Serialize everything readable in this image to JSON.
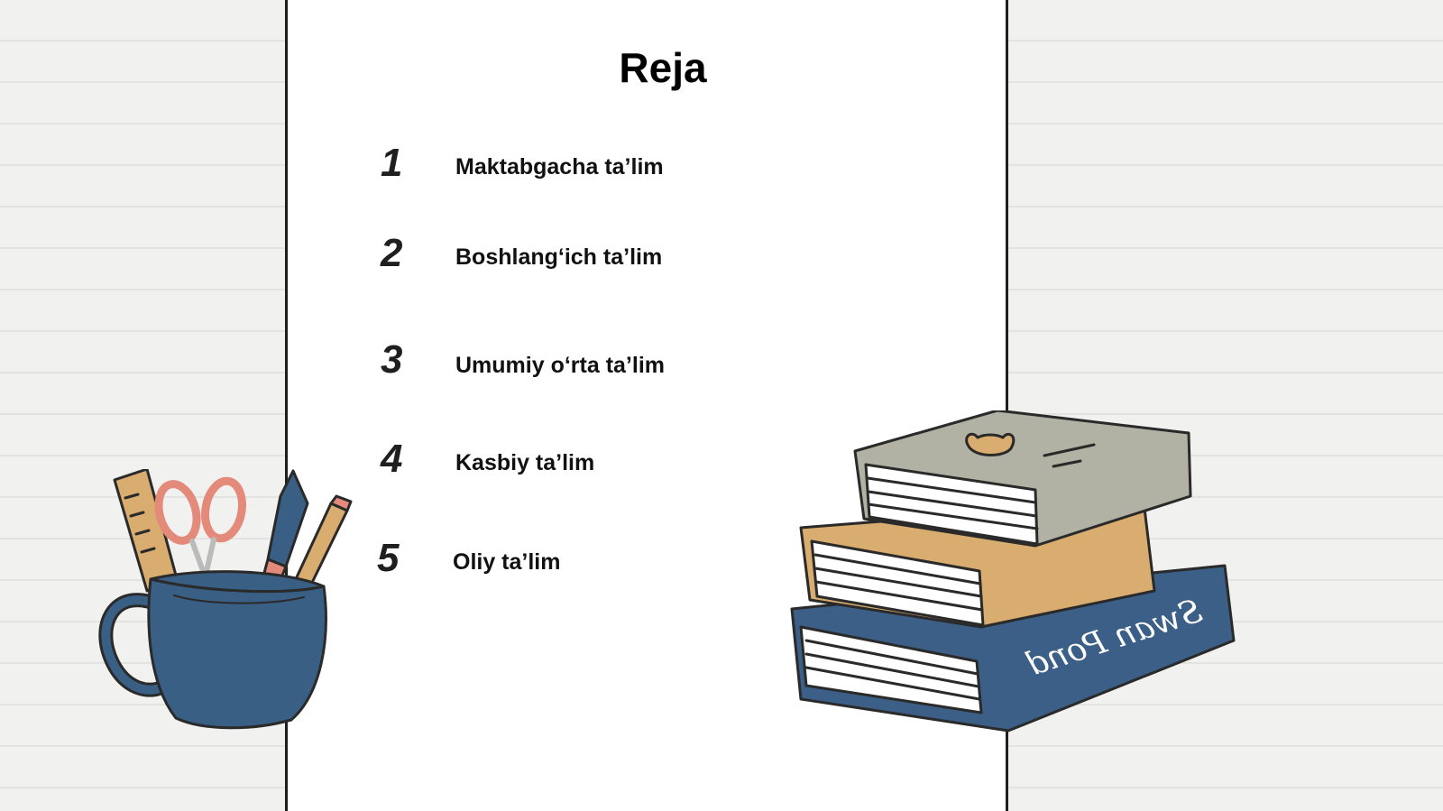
{
  "slide": {
    "title": "Reja",
    "items": [
      {
        "number": "1",
        "label": "Maktabgacha ta’lim"
      },
      {
        "number": "2",
        "label": "Boshlang‘ich ta’lim"
      },
      {
        "number": "3",
        "label": "Umumiy o‘rta ta’lim"
      },
      {
        "number": "4",
        "label": "Kasbiy ta’lim"
      },
      {
        "number": "5",
        "label": "Oliy ta’lim"
      }
    ]
  },
  "illustrations": {
    "book_spine_text": "Swan Pond",
    "icons": [
      "pencil-cup-icon",
      "book-stack-icon"
    ]
  },
  "colors": {
    "cup": "#3a5f85",
    "scissors": "#e48a7b",
    "book_top": "#b1b1a4",
    "book_middle": "#d9ac6f",
    "book_bottom": "#3b5f86"
  }
}
